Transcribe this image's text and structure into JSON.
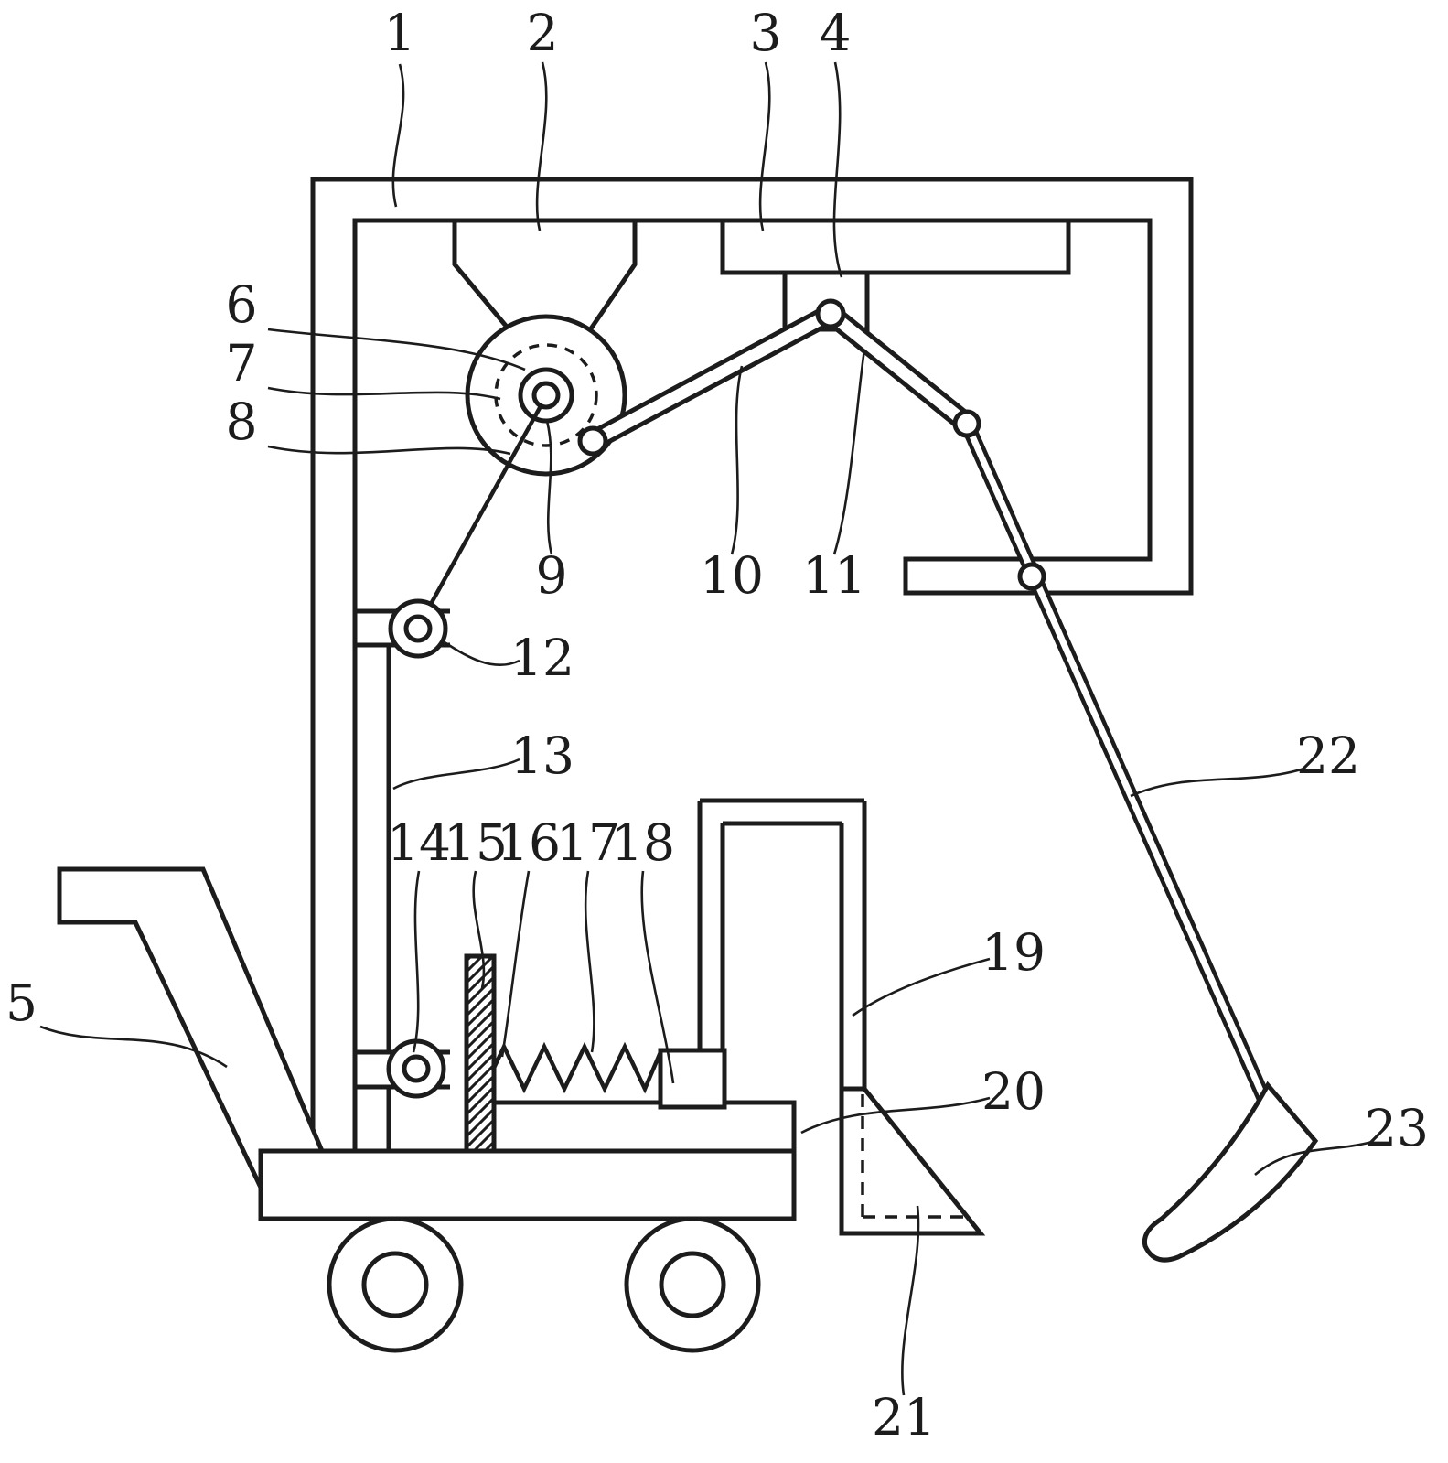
{
  "figure": {
    "colors": {
      "background": "#ffffff",
      "line": "#1c1c1c"
    },
    "labels": [
      "1",
      "2",
      "3",
      "4",
      "5",
      "6",
      "7",
      "8",
      "9",
      "10",
      "11",
      "12",
      "13",
      "14",
      "15",
      "16",
      "17",
      "18",
      "19",
      "20",
      "21",
      "22",
      "23"
    ]
  }
}
